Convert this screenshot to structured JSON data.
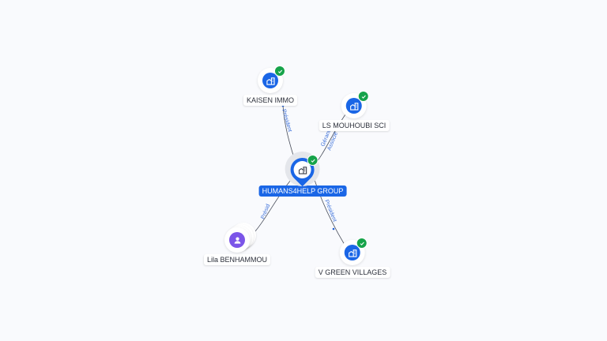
{
  "colors": {
    "background": "#f9fafd",
    "company_blue": "#1a66e6",
    "person_purple": "#7b55e8",
    "verified_green": "#16a34a",
    "edge_label": "#3b6fd9"
  },
  "center": {
    "label": "HUMANS4HELP GROUP",
    "icon": "building-icon",
    "verified": true
  },
  "nodes": [
    {
      "id": "kaisen",
      "label": "KAISEN IMMO",
      "type": "company",
      "icon": "building-icon",
      "verified": true
    },
    {
      "id": "lsmouhoubi",
      "label": "LS MOUHOUBI SCI",
      "type": "company",
      "icon": "building-icon",
      "verified": true
    },
    {
      "id": "lila",
      "label": "Lila BENHAMMOU",
      "type": "person",
      "icon": "person-icon",
      "verified": false
    },
    {
      "id": "vgreen",
      "label": "V GREEN VILLAGES",
      "type": "company",
      "icon": "building-icon",
      "verified": true
    }
  ],
  "edges": [
    {
      "from": "center",
      "to": "kaisen",
      "label": "Président"
    },
    {
      "from": "center",
      "to": "lsmouhoubi",
      "label": "Gérant",
      "label2": "Associé"
    },
    {
      "from": "lila",
      "to": "center",
      "label": "Présid"
    },
    {
      "from": "center",
      "to": "vgreen",
      "label": "Président"
    }
  ]
}
